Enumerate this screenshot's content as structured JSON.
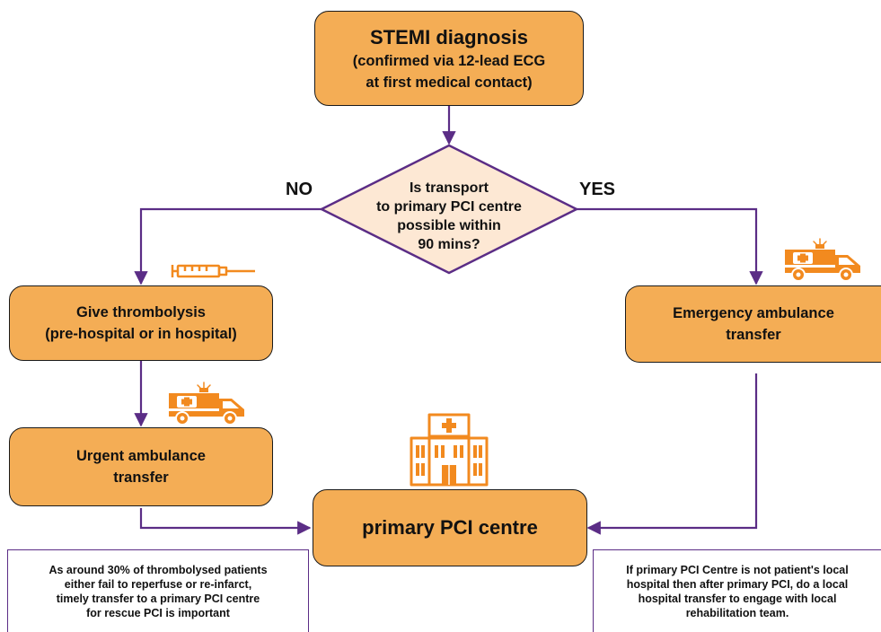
{
  "colors": {
    "box_fill": "#f4ad55",
    "box_border": "#1a1a1a",
    "diamond_fill": "#fde8d4",
    "connector": "#5b2d86",
    "icon_orange": "#f28a1f"
  },
  "stemi": {
    "title": "STEMI diagnosis",
    "line1": "(confirmed via 12-lead ECG",
    "line2": "at first medical contact)"
  },
  "decision": {
    "line1": "Is transport",
    "line2": "to primary PCI centre",
    "line3": "possible within",
    "line4": "90 mins?",
    "no_label": "NO",
    "yes_label": "YES"
  },
  "thrombolysis": {
    "line1": "Give thrombolysis",
    "line2": "(pre-hospital or in hospital)"
  },
  "urgent_transfer": {
    "line1": "Urgent ambulance",
    "line2": "transfer"
  },
  "emergency_transfer": {
    "line1": "Emergency ambulance",
    "line2": "transfer"
  },
  "pci_centre": {
    "label": "primary PCI centre"
  },
  "note_left": {
    "line1": "As around 30% of thrombolysed patients",
    "line2": "either fail to reperfuse or re-infarct,",
    "line3": "timely transfer to a primary PCI centre",
    "line4": "for rescue PCI is important"
  },
  "note_right": {
    "line1": "If primary PCI Centre is not patient's local",
    "line2": "hospital then after primary PCI, do a local",
    "line3": "hospital transfer to engage with local",
    "line4": "rehabilitation team."
  },
  "icons": {
    "syringe": "syringe-icon",
    "ambulance": "ambulance-icon",
    "hospital": "hospital-icon"
  }
}
